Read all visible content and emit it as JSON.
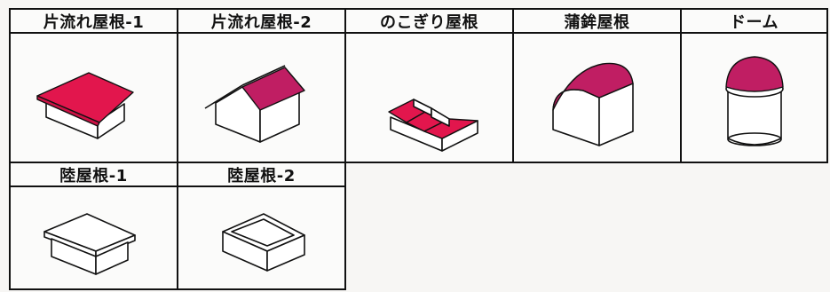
{
  "colors": {
    "roof_red": "#e2164d",
    "roof_magenta": "#c01e63",
    "roof_dark": "#a6124a",
    "line": "#111111",
    "paper": "#fbfbfa"
  },
  "roof_types": [
    {
      "label": "片流れ屋根-1",
      "icon": "shed-roof-1-icon"
    },
    {
      "label": "片流れ屋根-2",
      "icon": "shed-roof-2-icon"
    },
    {
      "label": "のこぎり屋根",
      "icon": "sawtooth-roof-icon"
    },
    {
      "label": "蒲鉾屋根",
      "icon": "barrel-roof-icon"
    },
    {
      "label": "ドーム",
      "icon": "dome-roof-icon"
    },
    {
      "label": "陸屋根-1",
      "icon": "flat-roof-1-icon"
    },
    {
      "label": "陸屋根-2",
      "icon": "flat-roof-2-icon"
    }
  ]
}
